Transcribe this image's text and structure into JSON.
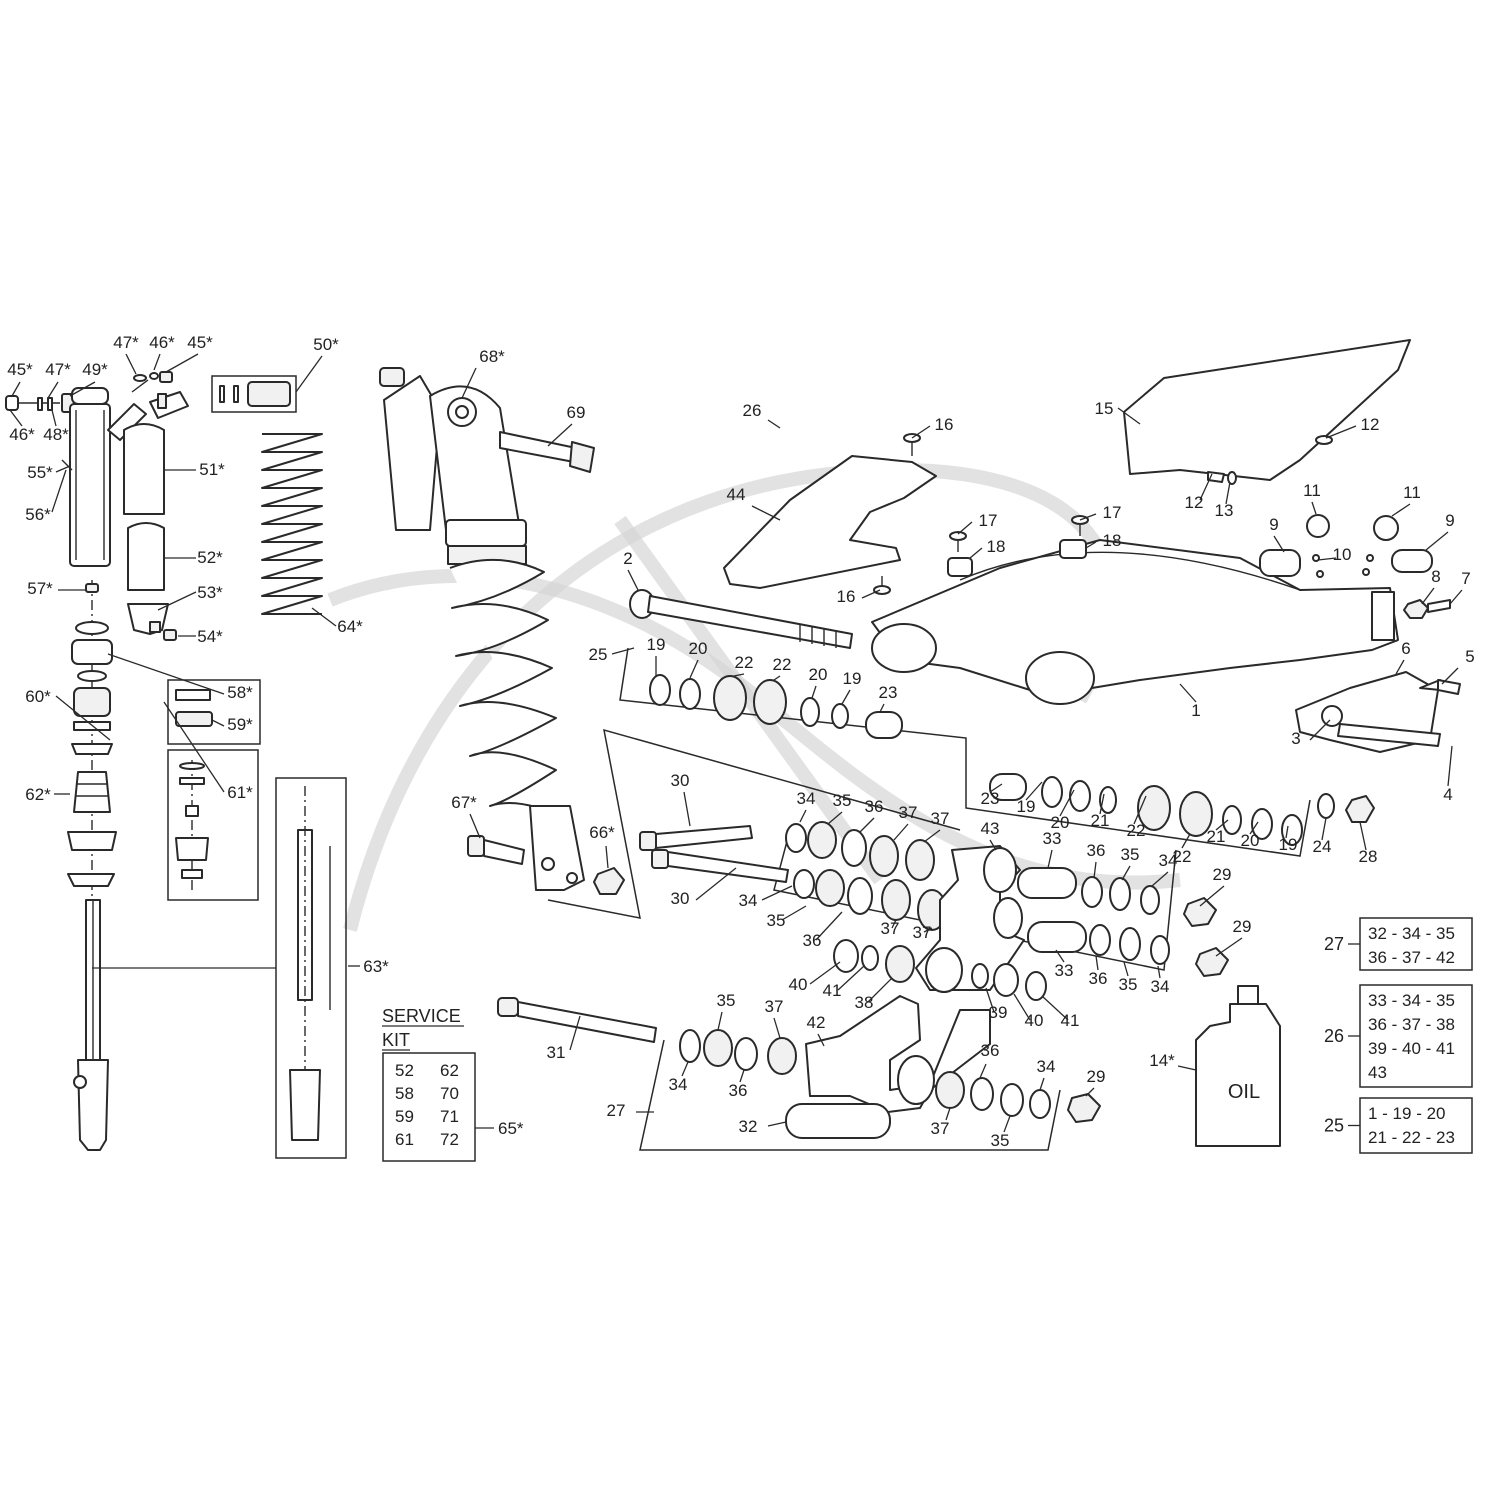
{
  "callouts": [
    "45*",
    "47*",
    "49*",
    "47*",
    "46*",
    "45*",
    "46*",
    "48*",
    "50*",
    "55*",
    "56*",
    "51*",
    "52*",
    "53*",
    "54*",
    "57*",
    "58*",
    "59*",
    "60*",
    "61*",
    "62*",
    "63*",
    "64*",
    "68*",
    "69",
    "67*",
    "66*",
    "16",
    "44",
    "17",
    "18",
    "17",
    "18",
    "16",
    "15",
    "12",
    "12",
    "13",
    "11",
    "11",
    "9",
    "9",
    "10",
    "8",
    "7",
    "2",
    "25",
    "19",
    "20",
    "22",
    "22",
    "20",
    "19",
    "23",
    "1",
    "6",
    "5",
    "3",
    "4",
    "23",
    "19",
    "20",
    "21",
    "22",
    "22",
    "21",
    "20",
    "19",
    "24",
    "28",
    "26",
    "30",
    "30",
    "34",
    "35",
    "36",
    "37",
    "37",
    "43",
    "33",
    "36",
    "35",
    "34",
    "34",
    "35",
    "36",
    "37",
    "37",
    "29",
    "29",
    "40",
    "41",
    "38",
    "39",
    "40",
    "41",
    "33",
    "36",
    "35",
    "34",
    "31",
    "35",
    "37",
    "42",
    "34",
    "36",
    "36",
    "34",
    "37",
    "35",
    "29",
    "27",
    "32",
    "14*"
  ],
  "service_kit": {
    "heading_line1": "SERVICE",
    "heading_line2": "KIT",
    "col_a": [
      "52",
      "58",
      "59",
      "61"
    ],
    "col_b": [
      "62",
      "70",
      "71",
      "72"
    ],
    "callout": "65*"
  },
  "oil_label": "OIL",
  "kits": [
    {
      "callout": "27",
      "lines": [
        "32 - 34 - 35",
        "36 - 37 - 42"
      ]
    },
    {
      "callout": "26",
      "lines": [
        "33 - 34 - 35",
        "36 - 37 - 38",
        "39 - 40 - 41",
        "43"
      ]
    },
    {
      "callout": "25",
      "lines": [
        "1 - 19 - 20",
        "21 - 22 - 23"
      ]
    }
  ]
}
